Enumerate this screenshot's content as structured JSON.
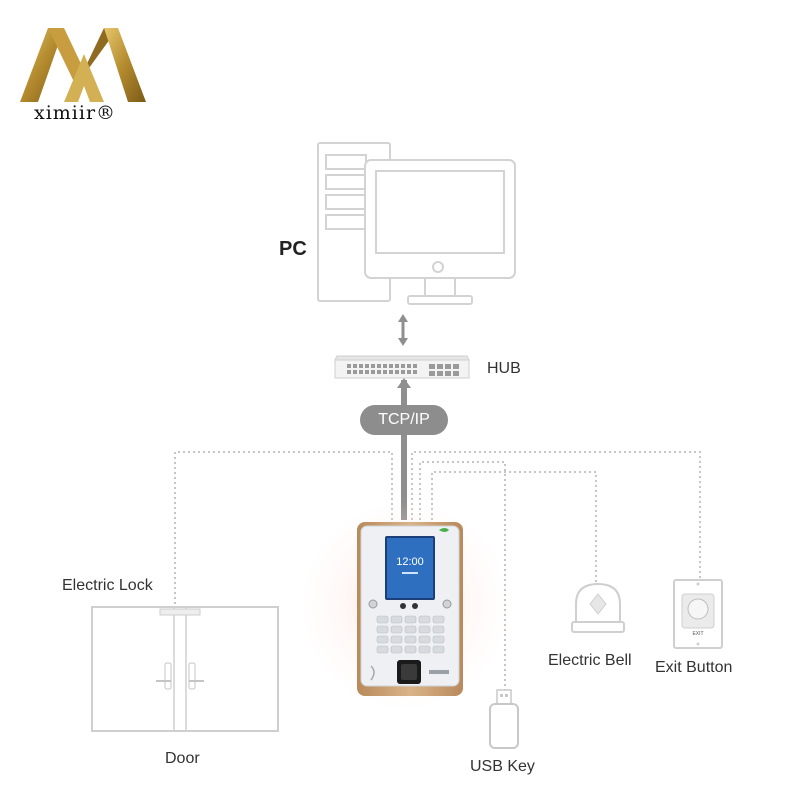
{
  "brand": {
    "name": "ximiir®",
    "accent": "#b38a2e"
  },
  "labels": {
    "pc": "PC",
    "hub": "HUB",
    "tcpip": "TCP/IP",
    "electric_lock": "Electric Lock",
    "door": "Door",
    "usb_key": "USB Key",
    "electric_bell": "Electric Bell",
    "exit_button": "Exit Button"
  },
  "device": {
    "time": "12:00",
    "exit_button_text": "EXIT"
  },
  "colors": {
    "line": "#c9c9c9",
    "device_frame": "#c9a272",
    "pill": "#8d8d8d"
  }
}
